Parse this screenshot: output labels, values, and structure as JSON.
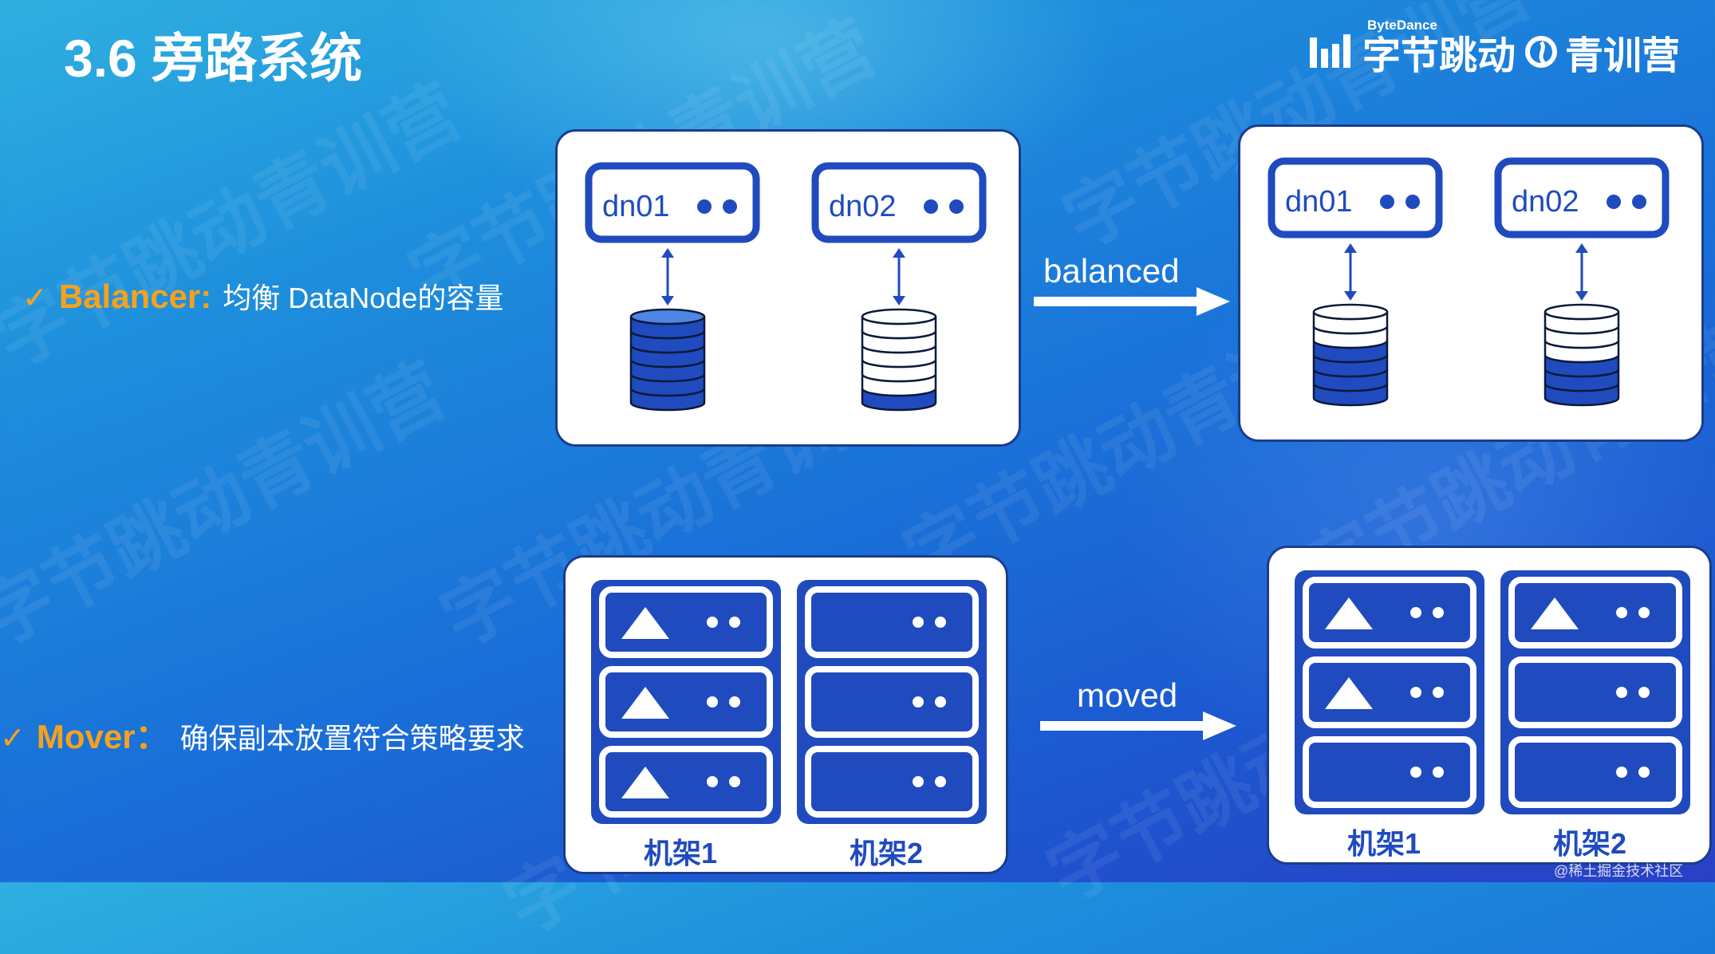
{
  "title": "3.6 旁路系统",
  "brand": {
    "bytedance_small": "ByteDance",
    "bytedance": "字节跳动",
    "qingxun": "青训营"
  },
  "watermark": "字节跳动青训营",
  "bullets": {
    "balancer": {
      "name": "Balancer:",
      "desc": "均衡 DataNode的容量"
    },
    "mover": {
      "name": "Mover：",
      "desc": "确保副本放置符合策略要求"
    }
  },
  "balancer_diagram": {
    "node1": "dn01",
    "node2": "dn02",
    "arrow_label": "balanced",
    "before": {
      "dn01_filled_levels": 6,
      "dn02_filled_levels": 1,
      "levels": 6
    },
    "after": {
      "dn01_filled_levels": 4,
      "dn02_filled_levels": 3,
      "levels": 6
    }
  },
  "mover_diagram": {
    "rack1": "机架1",
    "rack2": "机架2",
    "arrow_label": "moved",
    "before": {
      "rack1_replicas": [
        true,
        true,
        true
      ],
      "rack2_replicas": [
        false,
        false,
        false
      ]
    },
    "after": {
      "rack1_replicas": [
        true,
        true,
        false
      ],
      "rack2_replicas": [
        true,
        false,
        false
      ]
    }
  },
  "footer": "@稀土掘金技术社区",
  "colors": {
    "accent": "#f6a21d",
    "blue": "#1f4bbf"
  }
}
